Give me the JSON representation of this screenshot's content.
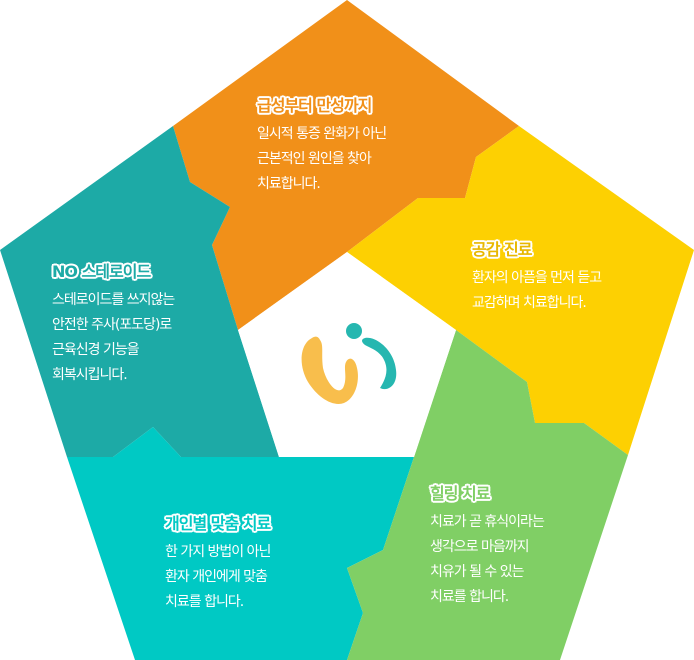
{
  "segments": [
    {
      "id": "acute-chronic",
      "title": "급성부터 만성까지",
      "lines": [
        "일시적 통증 완화가 아닌",
        "근본적인 원인을 찾아",
        "치료합니다."
      ],
      "color": "#F19019"
    },
    {
      "id": "empathy",
      "title": "공감 진료",
      "lines": [
        "환자의 아픔을 먼저 듣고",
        "교감하며 치료합니다."
      ],
      "color": "#FDD002"
    },
    {
      "id": "no-steroid",
      "title": "NO 스테로이드",
      "lines": [
        "스테로이드를 쓰지않는",
        "안전한 주사(포도당)로",
        "근육신경 기능을",
        "회복시킵니다."
      ],
      "color": "#1DAAA6"
    },
    {
      "id": "personalized",
      "title": "개인별 맞춤 치료",
      "lines": [
        "한 가지 방법이 아닌",
        "환자 개인에게 맞춤",
        "치료를 합니다."
      ],
      "color": "#00C9C4"
    },
    {
      "id": "healing",
      "title": "힐링 치료",
      "lines": [
        "치료가 곧 휴식이라는",
        "생각으로 마음까지",
        "치유가 될 수 있는",
        "치료를 합니다."
      ],
      "color": "#80CF65"
    }
  ],
  "logo": {
    "icon": "clinic-logo",
    "colors": [
      "#F8BE4C",
      "#26B7B0"
    ]
  }
}
